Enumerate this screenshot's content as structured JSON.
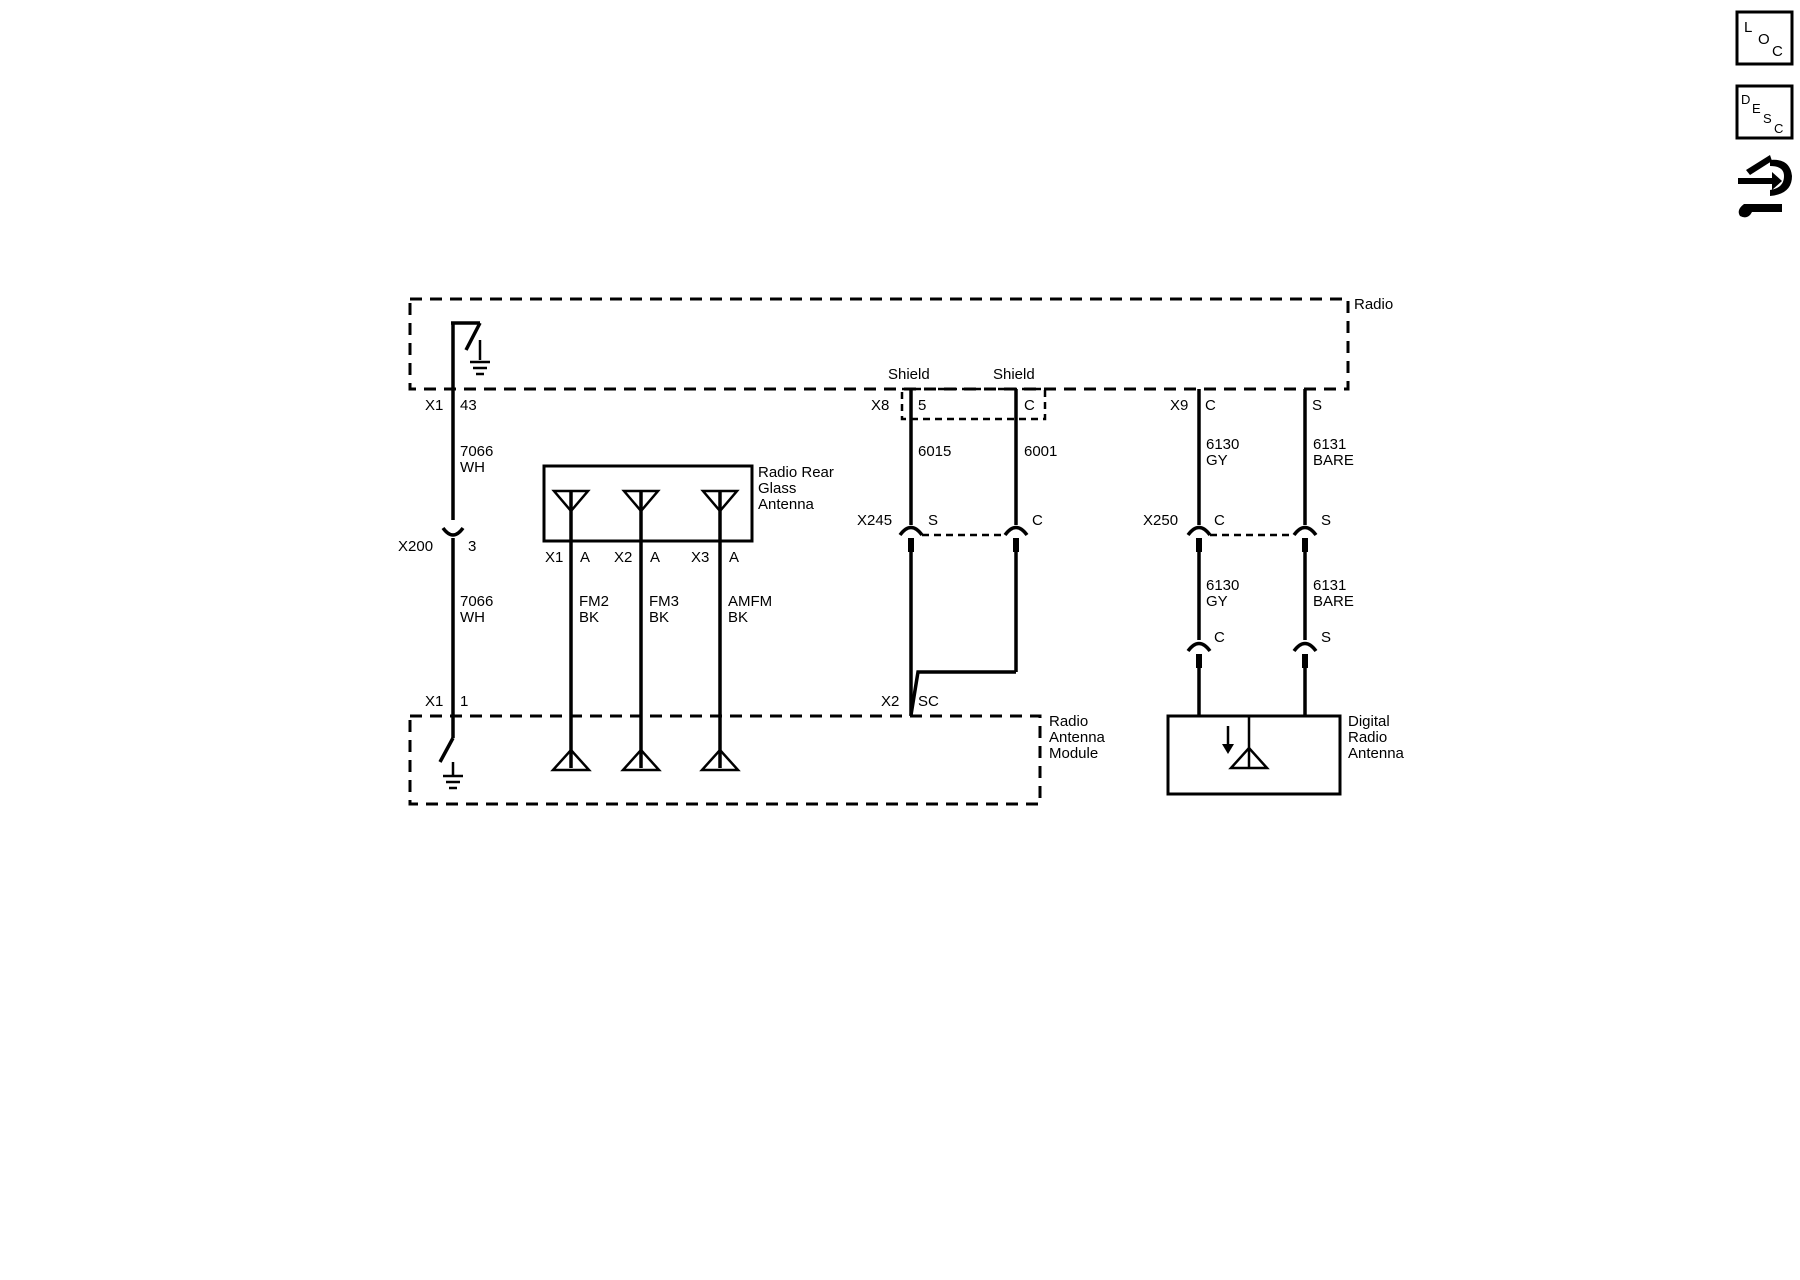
{
  "toolbar": {
    "loc": {
      "l1": "L",
      "l2": "O",
      "l3": "C"
    },
    "desc": {
      "l1": "D",
      "l2": "E",
      "l3": "S",
      "l4": "C"
    }
  },
  "components": {
    "radio": "Radio",
    "rear_glass_antenna": [
      "Radio Rear",
      "Glass",
      "Antenna"
    ],
    "antenna_module": [
      "Radio",
      "Antenna",
      "Module"
    ],
    "digital_antenna": [
      "Digital",
      "Radio",
      "Antenna"
    ]
  },
  "shield_labels": [
    "Shield",
    "Shield"
  ],
  "connectors": {
    "x1_top": "X1",
    "x1_top_pin": "43",
    "x200": "X200",
    "x200_pin": "3",
    "x1_bottom": "X1",
    "x1_bottom_pin": "1",
    "rga": [
      {
        "conn": "X1",
        "pin": "A"
      },
      {
        "conn": "X2",
        "pin": "A"
      },
      {
        "conn": "X3",
        "pin": "A"
      }
    ],
    "x8": "X8",
    "x8_pins": [
      "5",
      "C"
    ],
    "x245": "X245",
    "x245_pins": [
      "S",
      "C"
    ],
    "x2": "X2",
    "x2_pin": "SC",
    "x9": "X9",
    "x9_pins": [
      "C",
      "S"
    ],
    "x250": "X250",
    "x250_pins": [
      "C",
      "S"
    ],
    "dra_pins": [
      "C",
      "S"
    ]
  },
  "wires": {
    "w7066_upper": {
      "circuit": "7066",
      "color": "WH"
    },
    "w7066_lower": {
      "circuit": "7066",
      "color": "WH"
    },
    "fm2": {
      "circuit": "FM2",
      "color": "BK"
    },
    "fm3": {
      "circuit": "FM3",
      "color": "BK"
    },
    "amfm": {
      "circuit": "AMFM",
      "color": "BK"
    },
    "c6015": "6015",
    "c6001": "6001",
    "w6130_upper": {
      "circuit": "6130",
      "color": "GY"
    },
    "w6131_upper": {
      "circuit": "6131",
      "color": "BARE"
    },
    "w6130_lower": {
      "circuit": "6130",
      "color": "GY"
    },
    "w6131_lower": {
      "circuit": "6131",
      "color": "BARE"
    }
  }
}
